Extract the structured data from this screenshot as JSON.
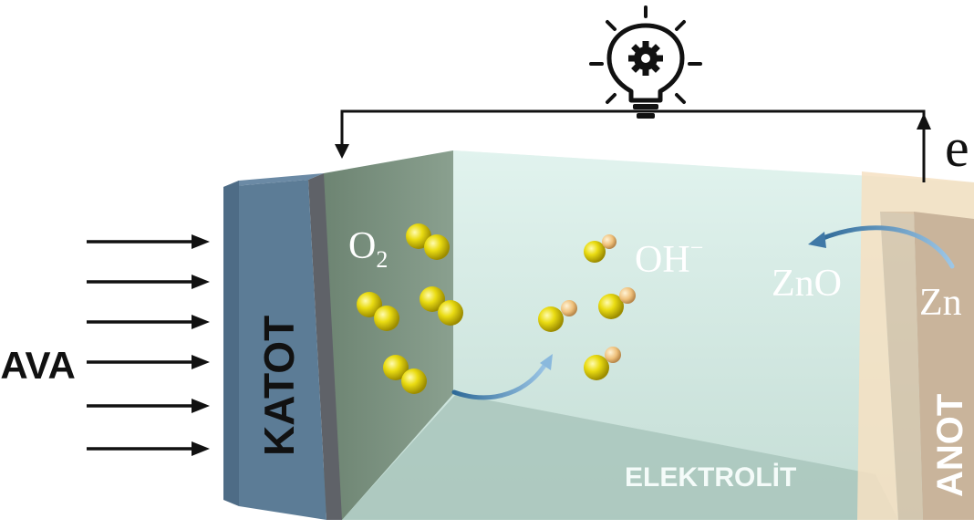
{
  "diagram": {
    "title": "Zinc-air battery schematic",
    "labels": {
      "air_inlet": "HAVA",
      "cathode": "KATOT",
      "anode": "ANOT",
      "electrolyte": "ELEKTROLİT",
      "oxygen_main": "O",
      "oxygen_sub": "2",
      "hydroxide_main": "OH",
      "hydroxide_sup": "−",
      "zinc_oxide": "ZnO",
      "zinc": "Zn",
      "electron": "e"
    },
    "colors": {
      "cathode_face": "#5e7d96",
      "cathode_edge": "#4a6a85",
      "collector": "#656870",
      "cathode_side": "#6f8778",
      "electrolyte": "#d7ece6",
      "electrolyte_bottom": "#9ebcb3",
      "anode_back": "#f7e2c3",
      "anode_face": "#c9b49b",
      "molecule": "#e6d400",
      "hydrogen": "#f1c27d",
      "reaction_arrow": "#4e8bbd",
      "wire": "#111111"
    },
    "icons": [
      "lightbulb-gear-icon",
      "air-flow-arrow-icon",
      "reaction-arrow-icon",
      "electron-flow-arrow-icon"
    ]
  }
}
